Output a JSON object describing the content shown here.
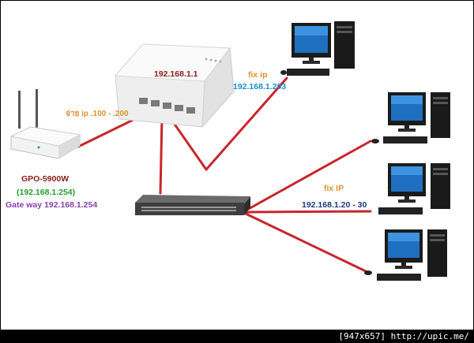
{
  "router": {
    "ip": "192.168.1.1"
  },
  "ap": {
    "dhcp_range": "จ่าย ip .100 - .200",
    "model": "GPO-5900W",
    "ip": "(192.168.1.254)",
    "gateway": "Gate way 192.168.1.254"
  },
  "pc_fixed": {
    "label": "fix ip",
    "ip": "192.168.1.203"
  },
  "pc_group": {
    "label": "fix IP",
    "ip_range": "192.168.1.20 - 30"
  },
  "footer": {
    "text": "[947x657] http://upic.me/"
  },
  "colors": {
    "cable": "#c8262c",
    "label_orange": "#e0902c",
    "label_blue": "#1e90c8",
    "label_green": "#23a030",
    "label_purple": "#8a3fb0",
    "label_navy": "#1f3a7a",
    "label_darkred": "#8a1c1c"
  }
}
